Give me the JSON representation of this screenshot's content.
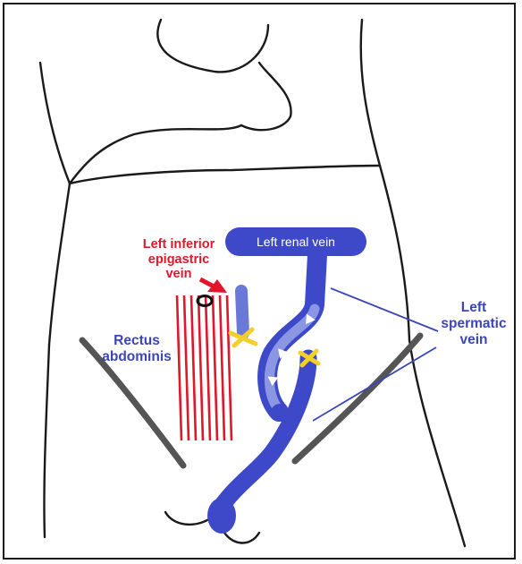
{
  "labels": {
    "left_inferior_epigastric_vein": [
      "Left inferior",
      "epigastric",
      "vein"
    ],
    "left_renal_vein": "Left renal vein",
    "rectus_abdominis": [
      "Rectus",
      "abdominis"
    ],
    "left_spermatic_vein": [
      "Left",
      "spermatic",
      "vein"
    ]
  },
  "colors": {
    "vein_blue": "#3d49c9",
    "vein_light": "#6a78d8",
    "muscle_red": "#e0162b",
    "ligation_mark": "#f2cf2a",
    "outline": "#1a1a1a",
    "label_blue": "#3b44b8"
  },
  "icons": [
    "ligation-x-icon",
    "flow-arrow-icon",
    "pointer-arrow-icon",
    "ring-marker-icon"
  ]
}
